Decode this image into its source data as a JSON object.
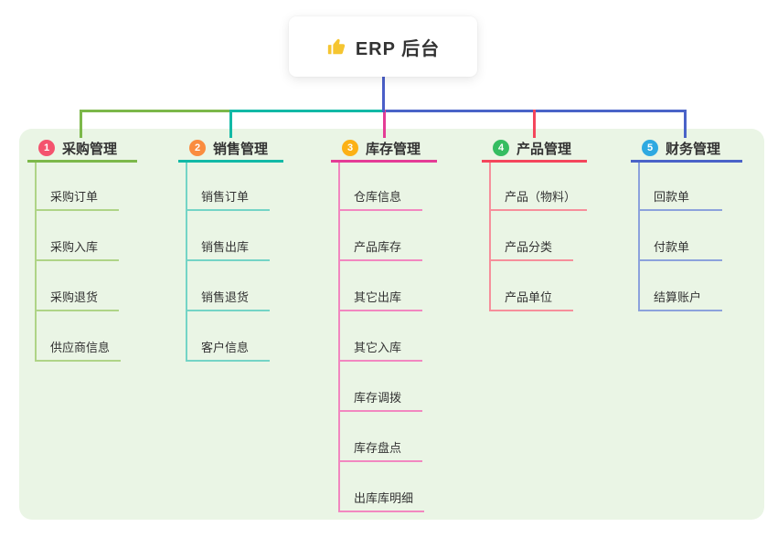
{
  "root": {
    "title": "ERP 后台",
    "icon": "thumbs-up-icon",
    "icon_color": "#F5C531"
  },
  "colors": {
    "root_line": "#4A5FC8",
    "panel_bg": "#EAF5E5",
    "canvas_bg": "#FFFFFF"
  },
  "branches": [
    {
      "badge": "1",
      "label": "采购管理",
      "badge_color": "#F4536E",
      "line_color": "#7CB84A",
      "child_line_color": "#AFD487",
      "children": [
        "采购订单",
        "采购入库",
        "采购退货",
        "供应商信息"
      ]
    },
    {
      "badge": "2",
      "label": "销售管理",
      "badge_color": "#FA8C3F",
      "line_color": "#12B9A6",
      "child_line_color": "#74D4C6",
      "children": [
        "销售订单",
        "销售出库",
        "销售退货",
        "客户信息"
      ]
    },
    {
      "badge": "3",
      "label": "库存管理",
      "badge_color": "#FCB115",
      "line_color": "#E43C96",
      "child_line_color": "#F287C0",
      "children": [
        "仓库信息",
        "产品库存",
        "其它出库",
        "其它入库",
        "库存调拨",
        "库存盘点",
        "出库库明细"
      ]
    },
    {
      "badge": "4",
      "label": "产品管理",
      "badge_color": "#35BD61",
      "line_color": "#F4465C",
      "child_line_color": "#F68F9B",
      "children": [
        "产品（物料）",
        "产品分类",
        "产品单位"
      ]
    },
    {
      "badge": "5",
      "label": "财务管理",
      "badge_color": "#2EA9E1",
      "line_color": "#4A63C8",
      "child_line_color": "#8CA2DC",
      "children": [
        "回款单",
        "付款单",
        "结算账户"
      ]
    }
  ]
}
